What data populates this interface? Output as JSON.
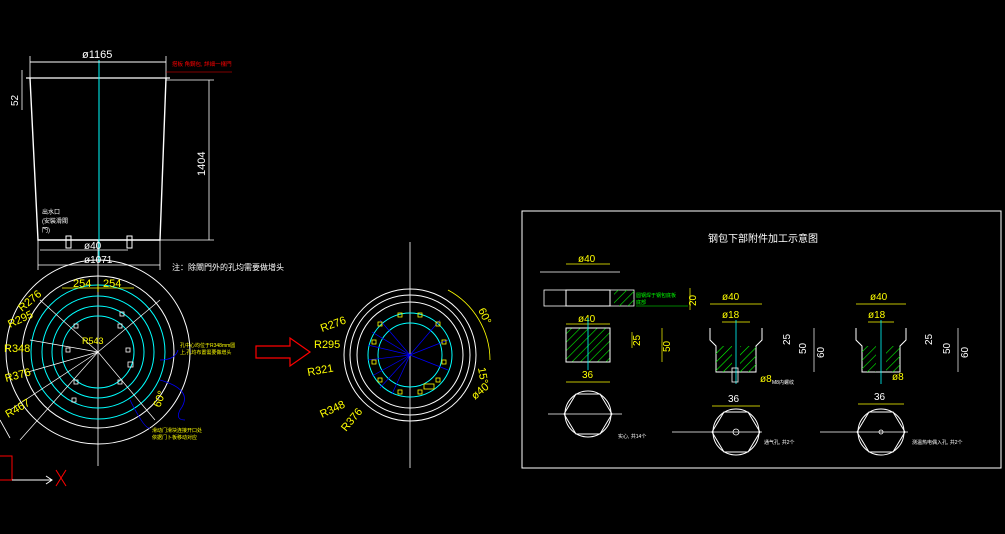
{
  "palette": {
    "bg": "#000000",
    "white": "#ffffff",
    "yellow": "#ffff00",
    "cyan": "#00ffff",
    "green": "#00ff00",
    "blue": "#0000ff",
    "red": "#ff0000",
    "magenta": "#ff00ff"
  },
  "elevation": {
    "dim_top_diameter": "ø1165",
    "dim_rim_height": "52",
    "dim_total_height": "1404",
    "dim_hole_diameter": "ø40",
    "dim_bottom_diameter": "ø1071",
    "red_note": "搭板 角鋼包, 詳細一樣門",
    "outlet_note_line1": "出水口",
    "outlet_note_line2": "(安裝滑閥",
    "outlet_note_line3": "門)",
    "bottom_note": "注：除閘門外的孔均需要做增头"
  },
  "plan_left": {
    "dim_254a": "254",
    "dim_254b": "254",
    "dim_r276": "R276",
    "dim_r295": "R295",
    "dim_r348": "R348",
    "dim_r376": "R376",
    "dim_r467": "R467",
    "dim_r543": "R543",
    "dim_60": "60°",
    "note_blue_1": "孔中心均位于R348mm圆",
    "note_blue_2": "上,孔均布置需要做增头",
    "note_blue_3": "滑动门滑块连接开口处",
    "note_blue_4": "依据门卜板移动对应",
    "arrow_fill": "#ff0000"
  },
  "plan_right": {
    "dim_r276": "R276",
    "dim_r295": "R295",
    "dim_r321": "R321",
    "dim_r348": "R348",
    "dim_r376": "R376",
    "dim_60": "60°",
    "dim_15": "15°",
    "dim_40": "ø40"
  },
  "detail": {
    "title": "钢包下部附件加工示意图",
    "p1_top_dim": "ø40",
    "p1_green_note_1": "圆钢焊于钢包底板",
    "p1_green_note_2": "底部",
    "p1_dim_20": "20",
    "p1_dim_40": "ø40",
    "p1_dim_25": "25",
    "p1_dim_50": "50",
    "p1_dim_36": "36",
    "p1_hex_note": "实心, 共14个",
    "p2_dim_40": "ø40",
    "p2_dim_18": "ø18",
    "p2_dim_25": "25",
    "p2_dim_50": "50",
    "p2_dim_60": "60",
    "p2_dim_8": "ø8",
    "p2_side_note": "M8内螺纹",
    "p2_dim_36": "36",
    "p2_hex_note": "通气孔, 共2个",
    "p3_dim_40": "ø40",
    "p3_dim_18": "ø18",
    "p3_dim_25": "25",
    "p3_dim_50": "50",
    "p3_dim_60": "60",
    "p3_dim_8": "ø8",
    "p3_dim_36": "36",
    "p3_hex_note": "测温热电偶入孔, 共2个"
  }
}
